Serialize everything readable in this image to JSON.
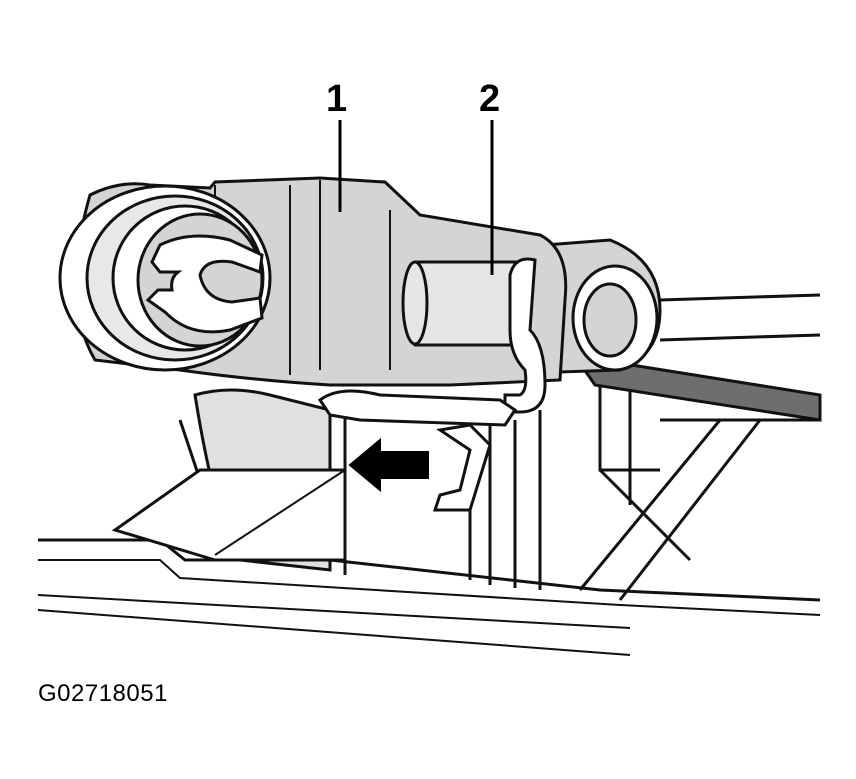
{
  "diagram": {
    "callouts": [
      "1",
      "2"
    ],
    "figure_code": "G02718051",
    "colors": {
      "outline": "#111111",
      "fill_light": "#ffffff",
      "fill_gray": "#d4d4d4",
      "fill_dark": "#6e6e6e",
      "arrow": "#000000"
    }
  }
}
